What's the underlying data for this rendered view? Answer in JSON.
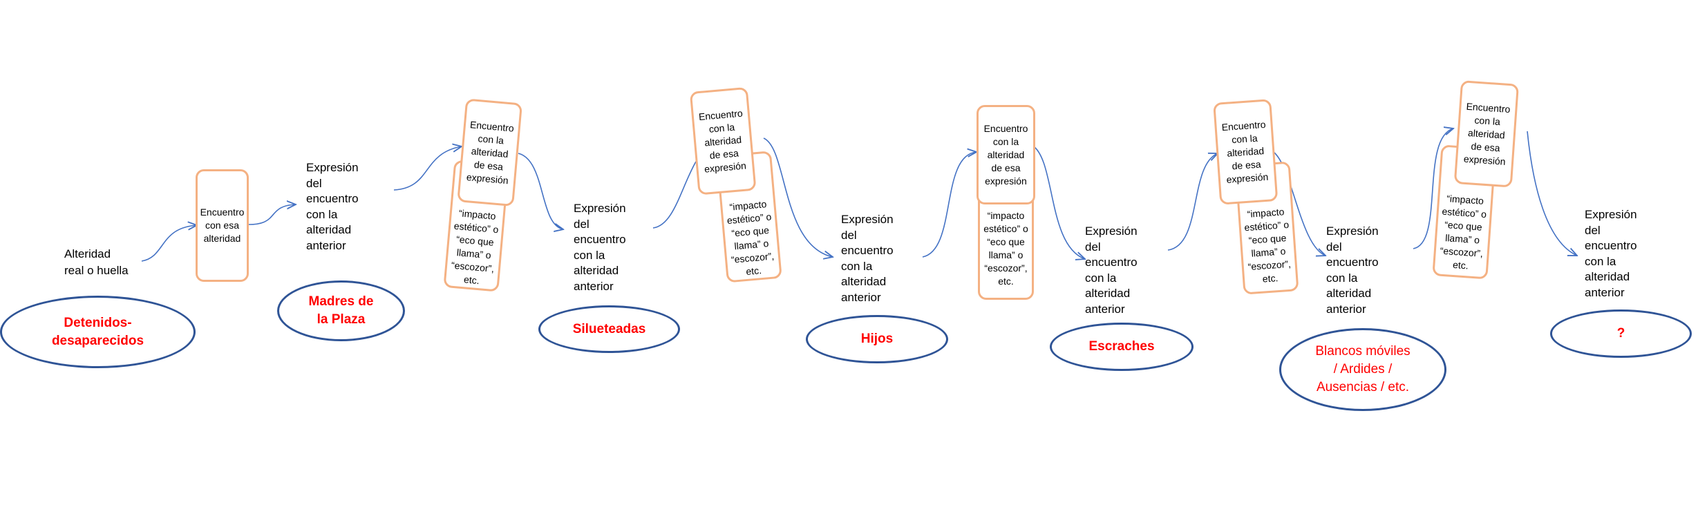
{
  "start": {
    "label": "Alteridad\nreal o huella"
  },
  "first_box": {
    "label": "Encuentro\ncon esa\nalteridad"
  },
  "expression_label": "Expresión\ndel\nencuentro\ncon la\nalteridad\nanterior",
  "encounter_label": "Encuentro\ncon la\nalteridad\nde esa\nexpresión",
  "impact_label": "“impacto\nestético” o\n“eco que\nllama” o\n“escozor”,\netc.",
  "ellipses": [
    {
      "label": "Detenidos-\ndesaparecidos"
    },
    {
      "label": "Madres de\nla Plaza"
    },
    {
      "label": "Silueteadas"
    },
    {
      "label": "Hijos"
    },
    {
      "label": "Escraches"
    },
    {
      "label": "Blancos móviles\n/ Ardides /\nAusencias / etc."
    },
    {
      "label": "?"
    }
  ],
  "colors": {
    "box_border": "#F4B183",
    "ellipse_border": "#2F5496",
    "ellipse_text": "#FF0000",
    "arrow": "#4472C4"
  }
}
